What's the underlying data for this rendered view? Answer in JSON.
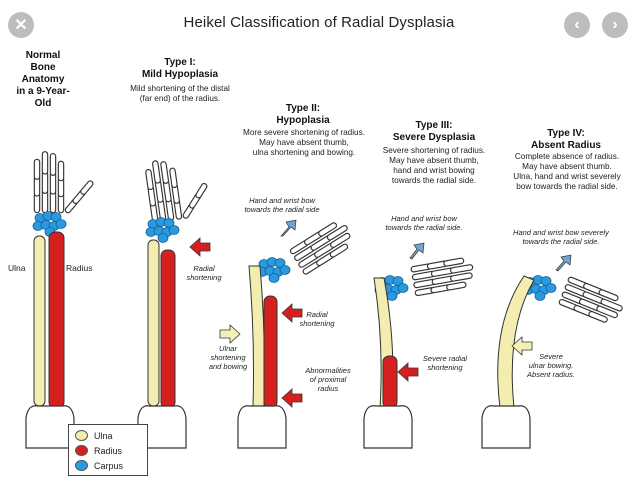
{
  "title": "Heikel Classification of Radial Dysplasia",
  "nav": {
    "close": "✕",
    "prev": "‹",
    "next": "›"
  },
  "columns": [
    {
      "heading": "Normal\nBone Anatomy\nin a 9-Year-Old",
      "description": ""
    },
    {
      "heading": "Type I:\nMild Hypoplasia",
      "description": "Mild shortening of the distal\n(far end) of the radius."
    },
    {
      "heading": "Type II:\nHypoplasia",
      "description": "More severe shortening of radius.\nMay have absent thumb,\nulna shortening and bowing."
    },
    {
      "heading": "Type III:\nSevere Dysplasia",
      "description": "Severe shortening of radius.\nMay have absent thumb,\nhand and wrist bowing\ntowards the radial side."
    },
    {
      "heading": "Type IV:\nAbsent Radius",
      "description": "Complete absence of radius.\nMay have absent thumb.\nUlna, hand and wrist severely\nbow towards the radial side."
    }
  ],
  "labels": {
    "ulna": "Ulna",
    "radius": "Radius",
    "radial_shortening": "Radial\nshortening",
    "hand_bow_2": "Hand and wrist bow\ntowards the radial side",
    "radial_shortening_2": "Radial\nshortening",
    "ulnar_shortening": "Ulnar\nshortening\nand bowing",
    "abnormalities": "Abnormalities\nof proximal\nradius",
    "hand_bow_3": "Hand and wrist bow\ntowards the radial side.",
    "severe_radial": "Severe radial\nshortening",
    "hand_bow_4": "Hand and wrist bow severely\ntowards the radial side.",
    "severe_ulnar": "Severe\nulnar bowing.\nAbsent radius."
  },
  "legend": [
    {
      "name": "Ulna",
      "color": "#f3eeb0"
    },
    {
      "name": "Radius",
      "color": "#d62020"
    },
    {
      "name": "Carpus",
      "color": "#2a9ae0"
    }
  ],
  "colors": {
    "ulna": "#f3eeb0",
    "radius": "#d62020",
    "carpus": "#2a9ae0",
    "arrow_red": "#d62020",
    "arrow_blue": "#6fa4d4",
    "arrow_yellow": "#f5f0b8"
  }
}
